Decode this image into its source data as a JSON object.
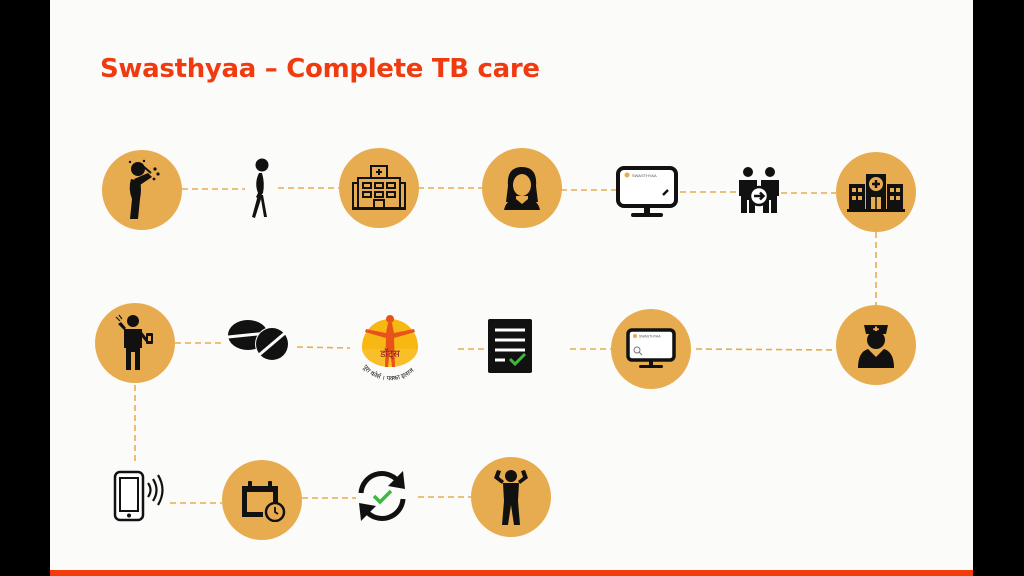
{
  "slide": {
    "title": "Swasthyaa – Complete TB care",
    "colors": {
      "title": "#F03A10",
      "circle": "#E8AC50",
      "connector": "#E8AC50",
      "bottom_bar": "#F23C0C",
      "background": "#FBFBF9",
      "icon": "#111111",
      "check": "#3DBA3D"
    }
  },
  "flow": {
    "row1": [
      {
        "id": "coughing-patient",
        "icon": "coughing-person-icon",
        "circle": true
      },
      {
        "id": "weak-patient",
        "icon": "frail-person-icon",
        "circle": false
      },
      {
        "id": "health-centre",
        "icon": "hospital-building-icon",
        "circle": true
      },
      {
        "id": "health-worker",
        "icon": "female-health-worker-icon",
        "circle": true
      },
      {
        "id": "swasthyaa-registration",
        "icon": "monitor-edit-icon",
        "circle": false,
        "screen_label": "SWASTHYAA"
      },
      {
        "id": "referral",
        "icon": "referral-people-icon",
        "circle": false
      },
      {
        "id": "hospital",
        "icon": "hospital-icon",
        "circle": true
      }
    ],
    "row2": [
      {
        "id": "adherence-patient",
        "icon": "person-with-medicine-icon",
        "circle": true
      },
      {
        "id": "medication",
        "icon": "pills-icon",
        "circle": false
      },
      {
        "id": "dots-program",
        "icon": "dots-logo",
        "circle": false,
        "logo_title": "डॉट्स",
        "logo_tagline": "पूरा कोर्स । पक्का इलाज"
      },
      {
        "id": "treatment-record",
        "icon": "checklist-document-icon",
        "circle": false
      },
      {
        "id": "swasthyaa-lookup",
        "icon": "monitor-search-icon",
        "circle": true,
        "screen_label": "SWASTHYAA"
      },
      {
        "id": "nurse",
        "icon": "nurse-icon",
        "circle": true
      }
    ],
    "row3": [
      {
        "id": "mobile-reminder",
        "icon": "mobile-signal-icon",
        "circle": false
      },
      {
        "id": "follow-up-schedule",
        "icon": "calendar-clock-icon",
        "circle": true
      },
      {
        "id": "treatment-cycle",
        "icon": "refresh-check-icon",
        "circle": false
      },
      {
        "id": "cured-patient",
        "icon": "strong-person-icon",
        "circle": true
      }
    ]
  }
}
